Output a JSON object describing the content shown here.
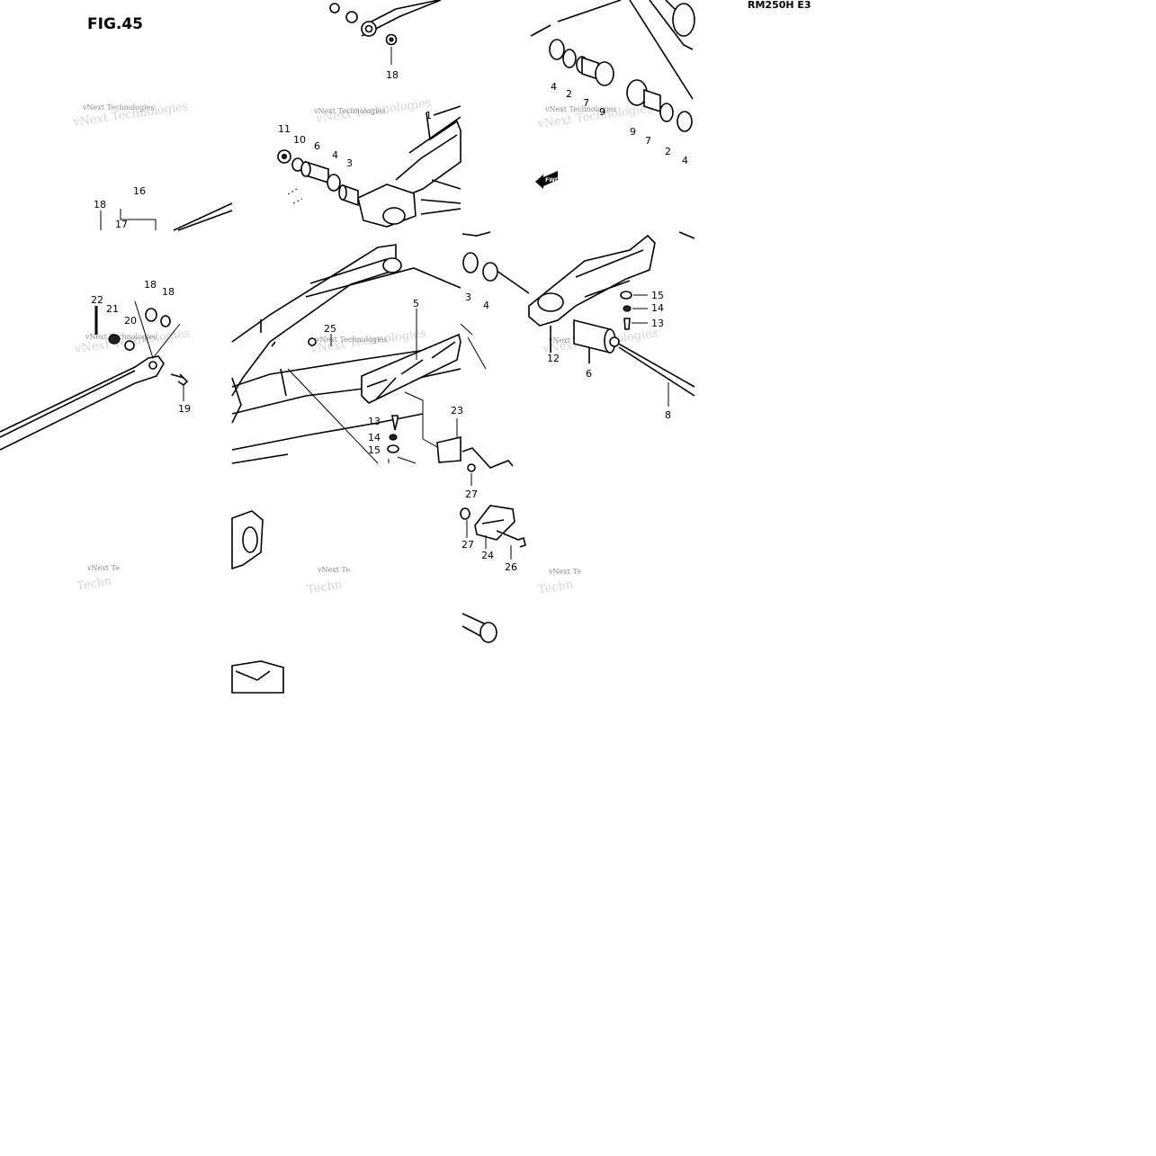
{
  "header": {
    "figure_label": "FIG.45",
    "model_code": "RM250H E3"
  },
  "diagram": {
    "callouts": [
      "1",
      "2",
      "3",
      "4",
      "5",
      "6",
      "7",
      "8",
      "9",
      "10",
      "11",
      "12",
      "13",
      "14",
      "15",
      "16",
      "17",
      "18",
      "19",
      "20",
      "21",
      "22",
      "23",
      "24",
      "25",
      "26",
      "27"
    ],
    "direction_tag": "FWD"
  },
  "watermarks": {
    "line1": "vNext Technologies",
    "line1_short": "vNext Te",
    "line2_short": "Techn"
  }
}
